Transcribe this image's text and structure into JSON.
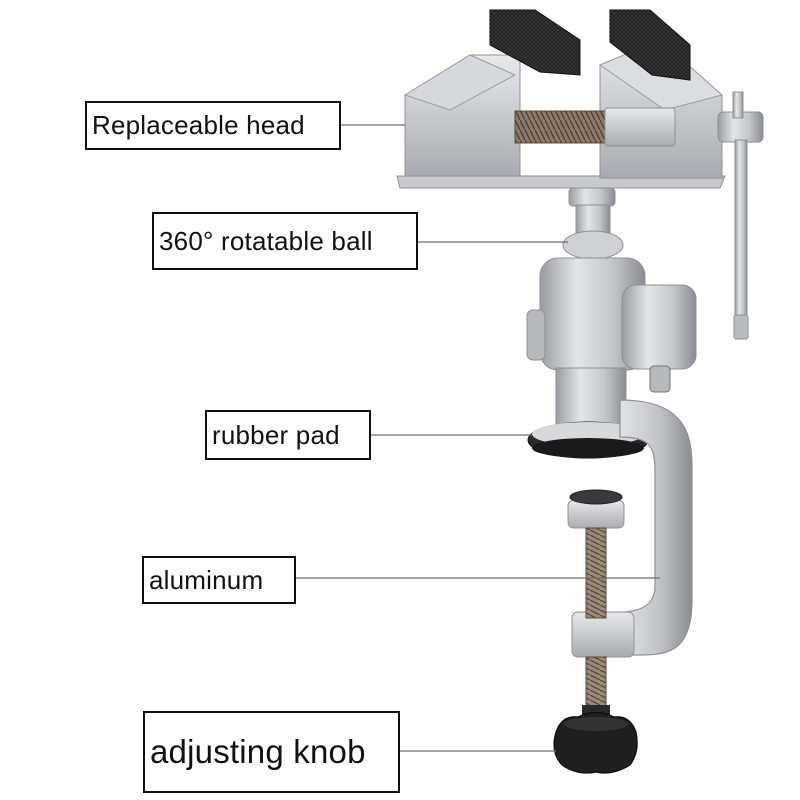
{
  "labels": {
    "head": "Replaceable head",
    "ball": "360° rotatable ball",
    "pad": "rubber pad",
    "aluminum": "aluminum",
    "knob": "adjusting knob"
  },
  "colors": {
    "background": "#ffffff",
    "aluminum_light": "#d9dadd",
    "aluminum_mid": "#b5b7bb",
    "aluminum_dark": "#8e9095",
    "rubber": "#1e1e1e",
    "leader_line": "#6e6e6e"
  }
}
